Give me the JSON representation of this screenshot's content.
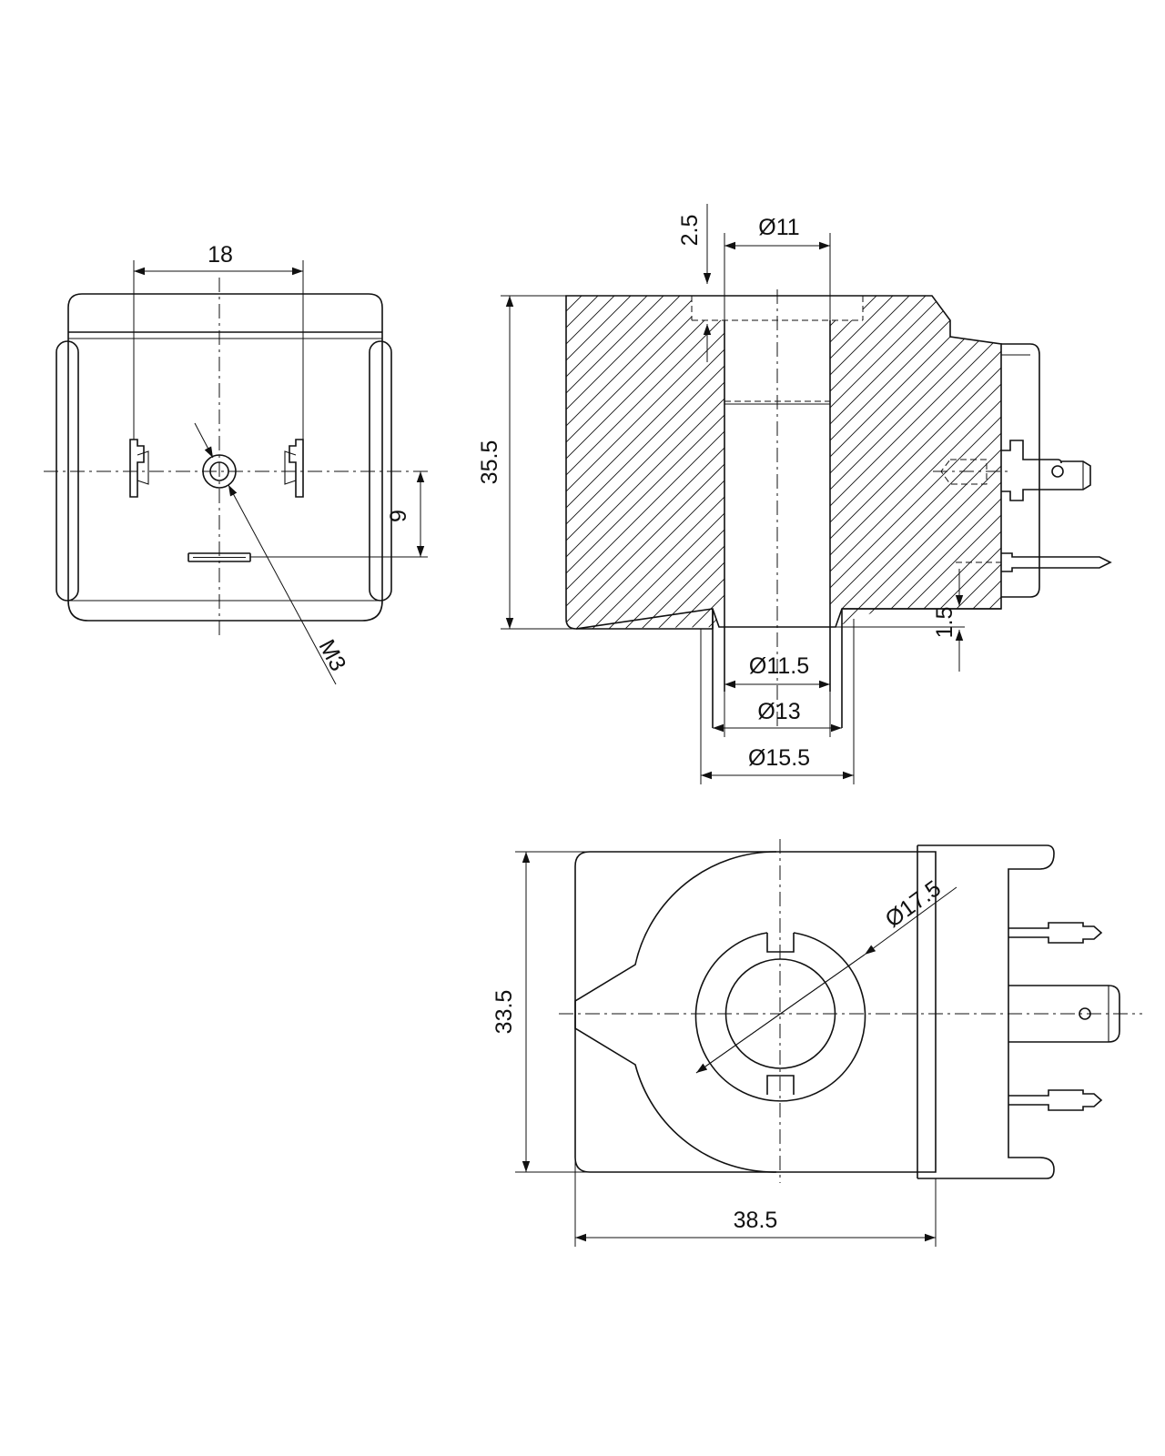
{
  "dimensions": {
    "front_width": "18",
    "front_offset": "9",
    "front_thread": "M3",
    "side_top_depth": "2.5",
    "side_bore_top": "Ø11",
    "side_height": "35.5",
    "side_bottom_step": "1.5",
    "side_bore_bottom": "Ø11.5",
    "side_spigot_inner": "Ø13",
    "side_spigot_outer": "Ø15.5",
    "top_diameter": "Ø17.5",
    "top_height": "33.5",
    "top_width": "38.5"
  },
  "colors": {
    "line": "#111111",
    "background": "#ffffff"
  }
}
